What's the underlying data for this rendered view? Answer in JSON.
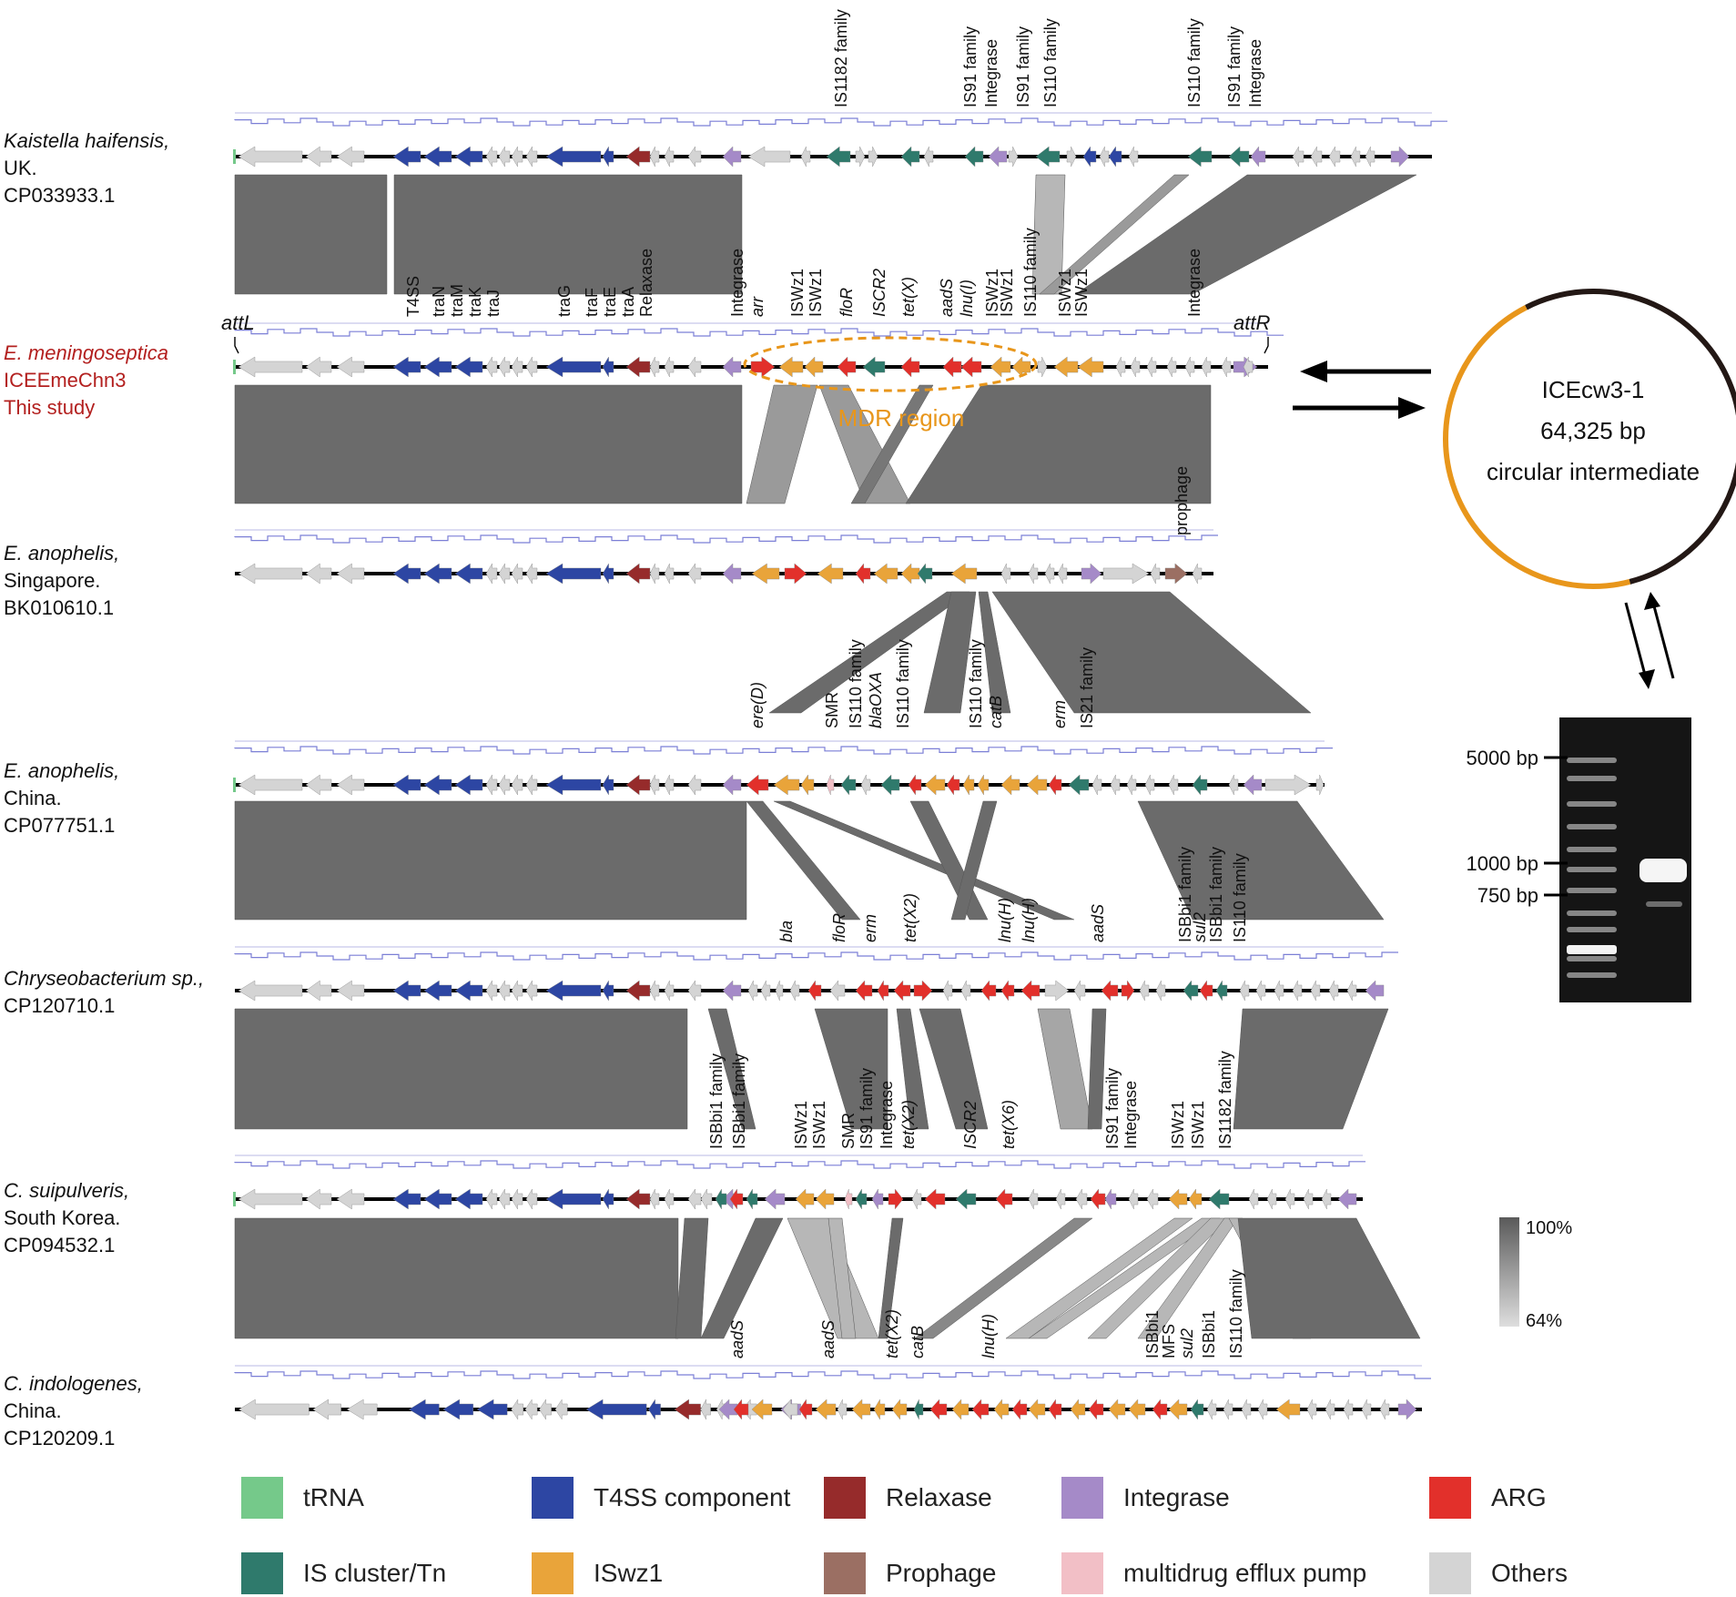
{
  "colors": {
    "tRNA": "#75c98a",
    "T4SS": "#2d46a3",
    "Relaxase": "#962b2b",
    "Integrase": "#a58ac8",
    "ARG": "#e2302b",
    "IS": "#2f7a6c",
    "ISwz1": "#e9a43a",
    "Prophage": "#9b6f63",
    "Efflux": "#f2bfc6",
    "Others": "#d4d4d4",
    "homology_dark": "#6b6b6b",
    "homology_light": "#b7b7b7",
    "highlight": "#b3201f",
    "mdr": "#e8961b",
    "gc": "#7b7fd6"
  },
  "tracks": [
    {
      "name": "Kaistella haifensis,",
      "loc": "UK.",
      "acc": "CP033933.1"
    },
    {
      "name": "E. meningoseptica",
      "loc": "ICEEmeChn3",
      "acc": "This study"
    },
    {
      "name": "E. anophelis,",
      "loc": "Singapore.",
      "acc": "BK010610.1"
    },
    {
      "name": "E. anophelis,",
      "loc": "China.",
      "acc": "CP077751.1"
    },
    {
      "name": "Chryseobacterium sp.,",
      "loc": "CP120710.1",
      "acc": ""
    },
    {
      "name": "C. suipulveris,",
      "loc": "South Korea.",
      "acc": "CP094532.1"
    },
    {
      "name": "C. indologenes,",
      "loc": "China.",
      "acc": "CP120209.1"
    }
  ],
  "att_labels": {
    "left": "attL",
    "right": "attR"
  },
  "mdr_label": "MDR region",
  "circle": {
    "name": "ICEcw3-1",
    "size": "64,325 bp",
    "desc": "circular intermediate"
  },
  "gel": {
    "markers": [
      "5000 bp",
      "1000 bp",
      "750  bp"
    ]
  },
  "scale": {
    "max": "100%",
    "min": "64%"
  },
  "gene_labels": {
    "k_top": [
      "IS1182 family",
      "IS91 family",
      "Integrase",
      "IS91 family",
      "IS110 family",
      "IS110 family",
      "IS91 family",
      "Integrase"
    ],
    "e_top": [
      "T4SS",
      "traN",
      "traM",
      "traK",
      "traJ",
      "traG",
      "traF",
      "traE",
      "traA",
      "Relaxase",
      "Integrase",
      "arr",
      "ISWz1",
      "ISWz1",
      "floR",
      "ISCR2",
      "tet(X)",
      "aadS",
      "lnu(I)",
      "ISWz1",
      "ISWz1",
      "IS110 family",
      "ISWz1",
      "ISWz1",
      "Integrase"
    ],
    "ea_top": [
      "prophage"
    ],
    "ea_bot": [
      "ere(D)",
      "SMR",
      "IS110 family",
      "blaOXA",
      "IS110 family",
      "IS110 family",
      "catB",
      "erm",
      "IS21 family"
    ],
    "ec_bot": [
      "bla",
      "floR",
      "erm",
      "tet(X2)",
      "lnu(H)",
      "lnu(H)",
      "aadS",
      "ISBbi1 family",
      "sul2",
      "ISBbi1 family",
      "IS110 family"
    ],
    "cs_bot": [
      "ISBbi1 family",
      "ISBbi1 family",
      "ISWz1",
      "ISWz1",
      "SMR",
      "IS91 family",
      "Integrase",
      "tet(X2)",
      "ISCR2",
      "tet(X6)",
      "IS91 family",
      "Integrase",
      "ISWz1",
      "ISWz1",
      "IS1182 family"
    ],
    "csu_bot": [
      "aadS",
      "aadS",
      "tet(X2)",
      "catB",
      "lnu(H)",
      "ISBbi1",
      "MFS",
      "sul2",
      "ISBbi1",
      "IS110 family"
    ]
  },
  "legend": [
    {
      "label": "tRNA",
      "color": "#75c98a"
    },
    {
      "label": "T4SS component",
      "color": "#2d46a3"
    },
    {
      "label": "Relaxase",
      "color": "#962b2b"
    },
    {
      "label": "Integrase",
      "color": "#a58ac8"
    },
    {
      "label": "ARG",
      "color": "#e2302b"
    },
    {
      "label": "IS cluster/Tn",
      "color": "#2f7a6c"
    },
    {
      "label": "ISwz1",
      "color": "#e9a43a"
    },
    {
      "label": "Prophage",
      "color": "#9b6f63"
    },
    {
      "label": "multidrug efflux pump",
      "color": "#f2bfc6"
    },
    {
      "label": "Others",
      "color": "#d4d4d4"
    }
  ]
}
